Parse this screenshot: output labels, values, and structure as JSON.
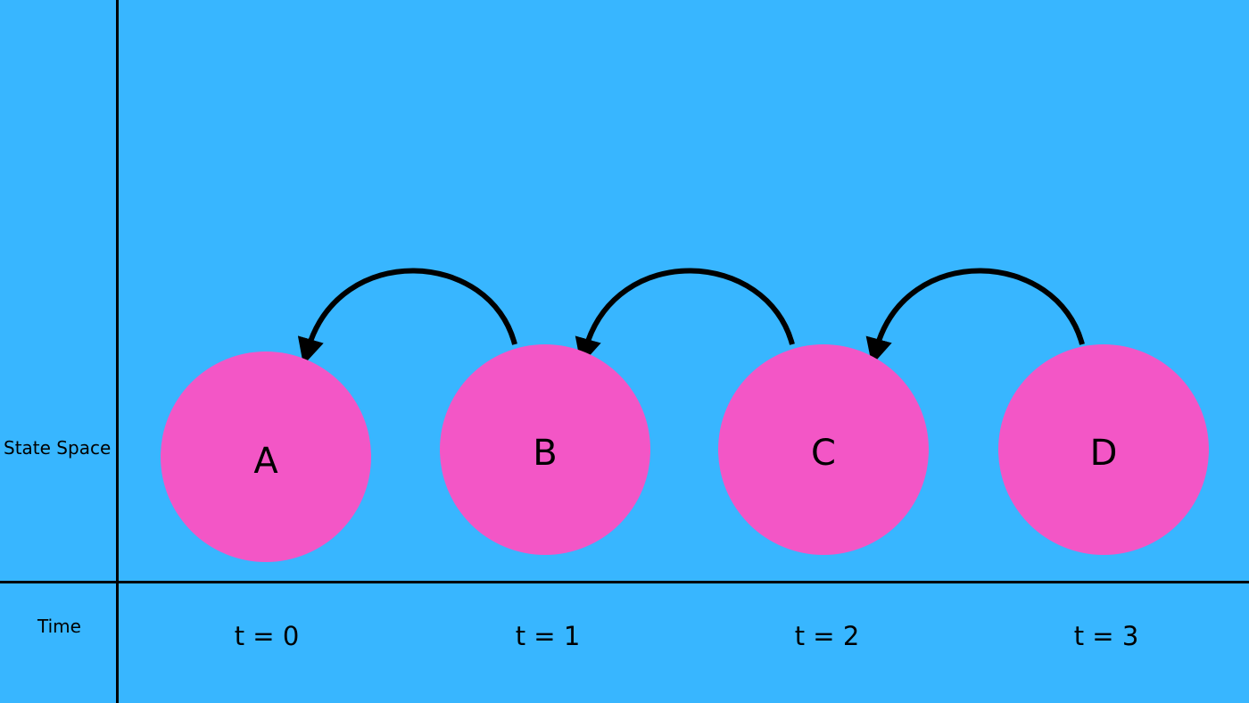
{
  "axes": {
    "row_label_top": "State Space",
    "row_label_bottom": "Time"
  },
  "states": [
    {
      "label": "A",
      "time": "t = 0"
    },
    {
      "label": "B",
      "time": "t = 1"
    },
    {
      "label": "C",
      "time": "t = 2"
    },
    {
      "label": "D",
      "time": "t = 3"
    }
  ],
  "transitions": [
    {
      "from": "B",
      "to": "A"
    },
    {
      "from": "C",
      "to": "B"
    },
    {
      "from": "D",
      "to": "C"
    }
  ],
  "colors": {
    "background": "#38B6FF",
    "node": "#F356C6",
    "line": "#000000"
  }
}
